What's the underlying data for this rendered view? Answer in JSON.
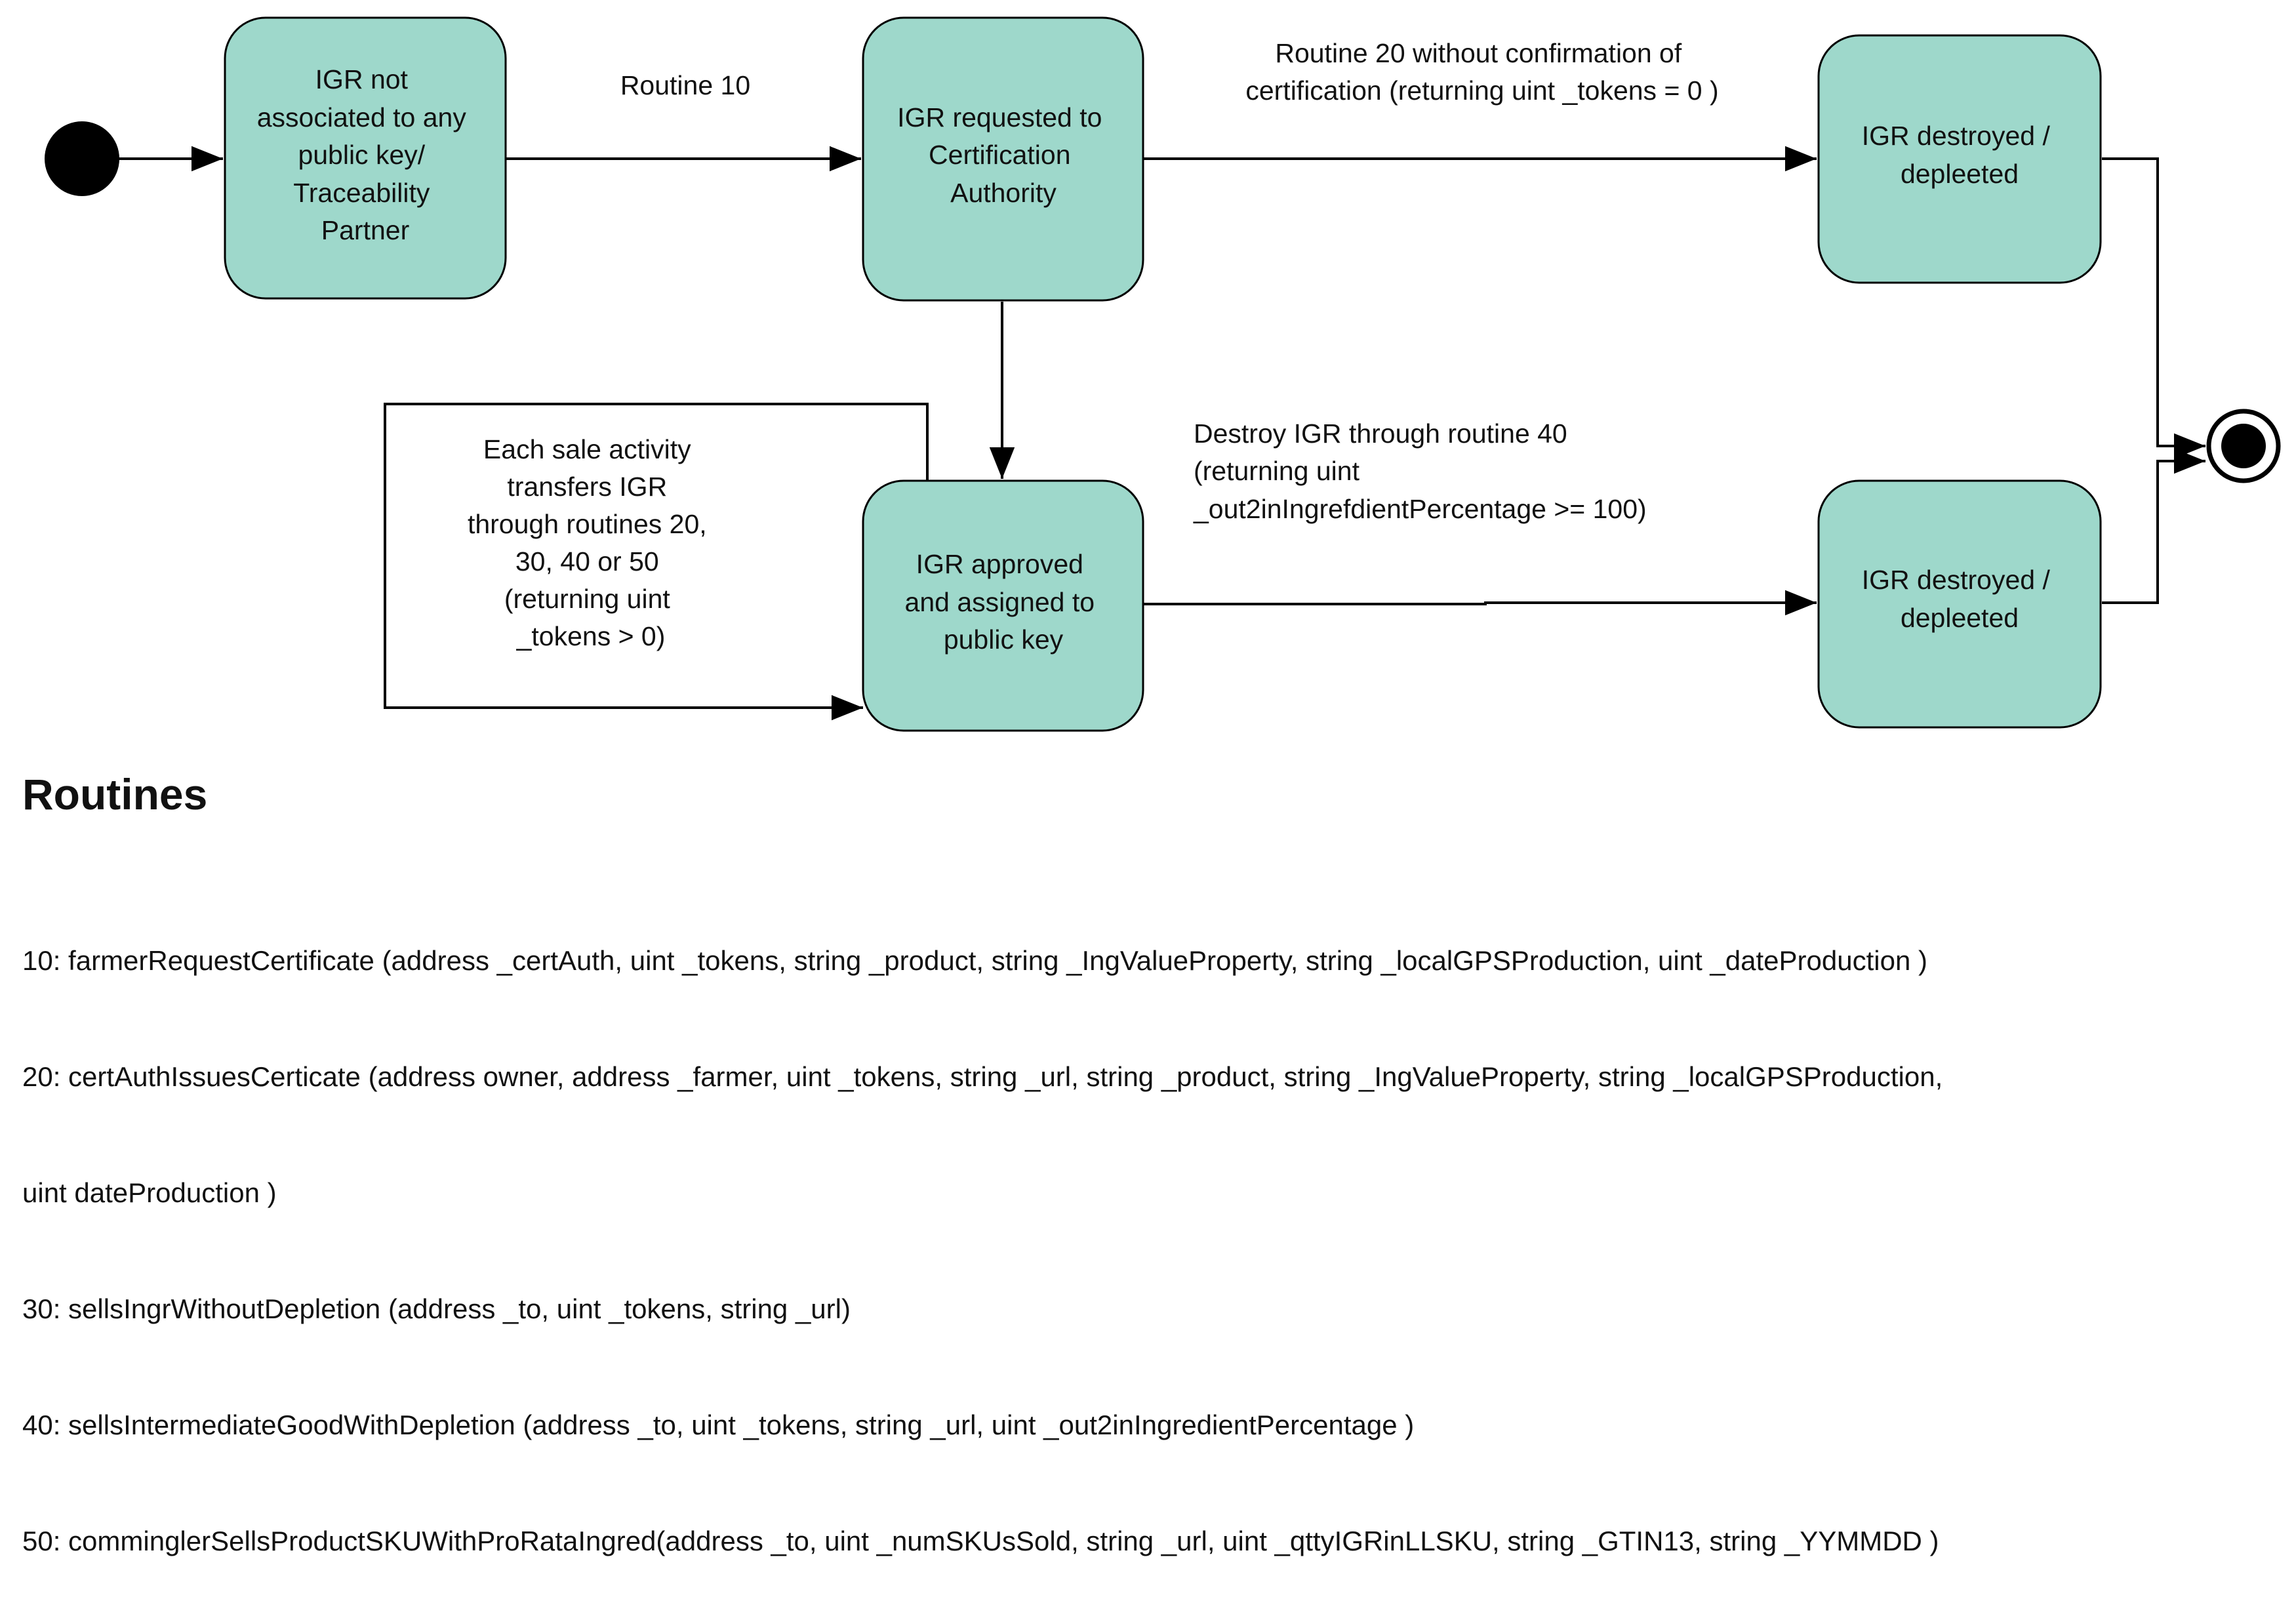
{
  "diagram": {
    "colors": {
      "state_fill": "#9ed8cb",
      "stroke": "#000000",
      "node_fill": "#000000"
    },
    "states": {
      "not_associated": [
        "IGR not",
        "associated to any",
        "public key/",
        "Traceability",
        "Partner"
      ],
      "requested": [
        "IGR requested to",
        "Certification",
        "Authority"
      ],
      "destroyed_top": [
        "IGR destroyed /",
        "depleeted"
      ],
      "approved": [
        "IGR approved",
        "and assigned to",
        "public key"
      ],
      "destroyed_bottom": [
        "IGR destroyed /",
        "depleeted"
      ]
    },
    "transitions": {
      "routine10": [
        "Routine 10"
      ],
      "routine20": [
        "Routine 20 without  confirmation of",
        "certification (returning uint _tokens = 0 )"
      ],
      "routine40": [
        "Destroy IGR through  routine 40",
        "(returning uint",
        "_out2inIngrefdientPercentage >= 100)"
      ],
      "sale_loop": [
        "Each sale activity",
        "transfers IGR",
        "through routines 20,",
        "30, 40 or 50",
        "(returning uint",
        "_tokens > 0)"
      ]
    },
    "icons": {
      "initial": "initial-state-dot",
      "final": "final-state-bullseye"
    }
  },
  "routines": {
    "title": "Routines",
    "lines": [
      "10: farmerRequestCertificate (address _certAuth, uint _tokens, string _product, string _IngValueProperty, string _localGPSProduction, uint _dateProduction )",
      "20: certAuthIssuesCerticate (address owner, address _farmer, uint _tokens, string _url, string _product, string _IngValueProperty, string _localGPSProduction,",
      "uint dateProduction )",
      "30: sellsIngrWithoutDepletion (address _to, uint _tokens, string _url)",
      "40: sellsIntermediateGoodWithDepletion (address _to, uint _tokens, string _url, uint _out2inIngredientPercentage )",
      "50: comminglerSellsProductSKUWithProRataIngred(address _to, uint _numSKUsSold, string _url, uint _qttyIGRinLLSKU, string _GTIN13, string _YYMMDD )"
    ]
  }
}
